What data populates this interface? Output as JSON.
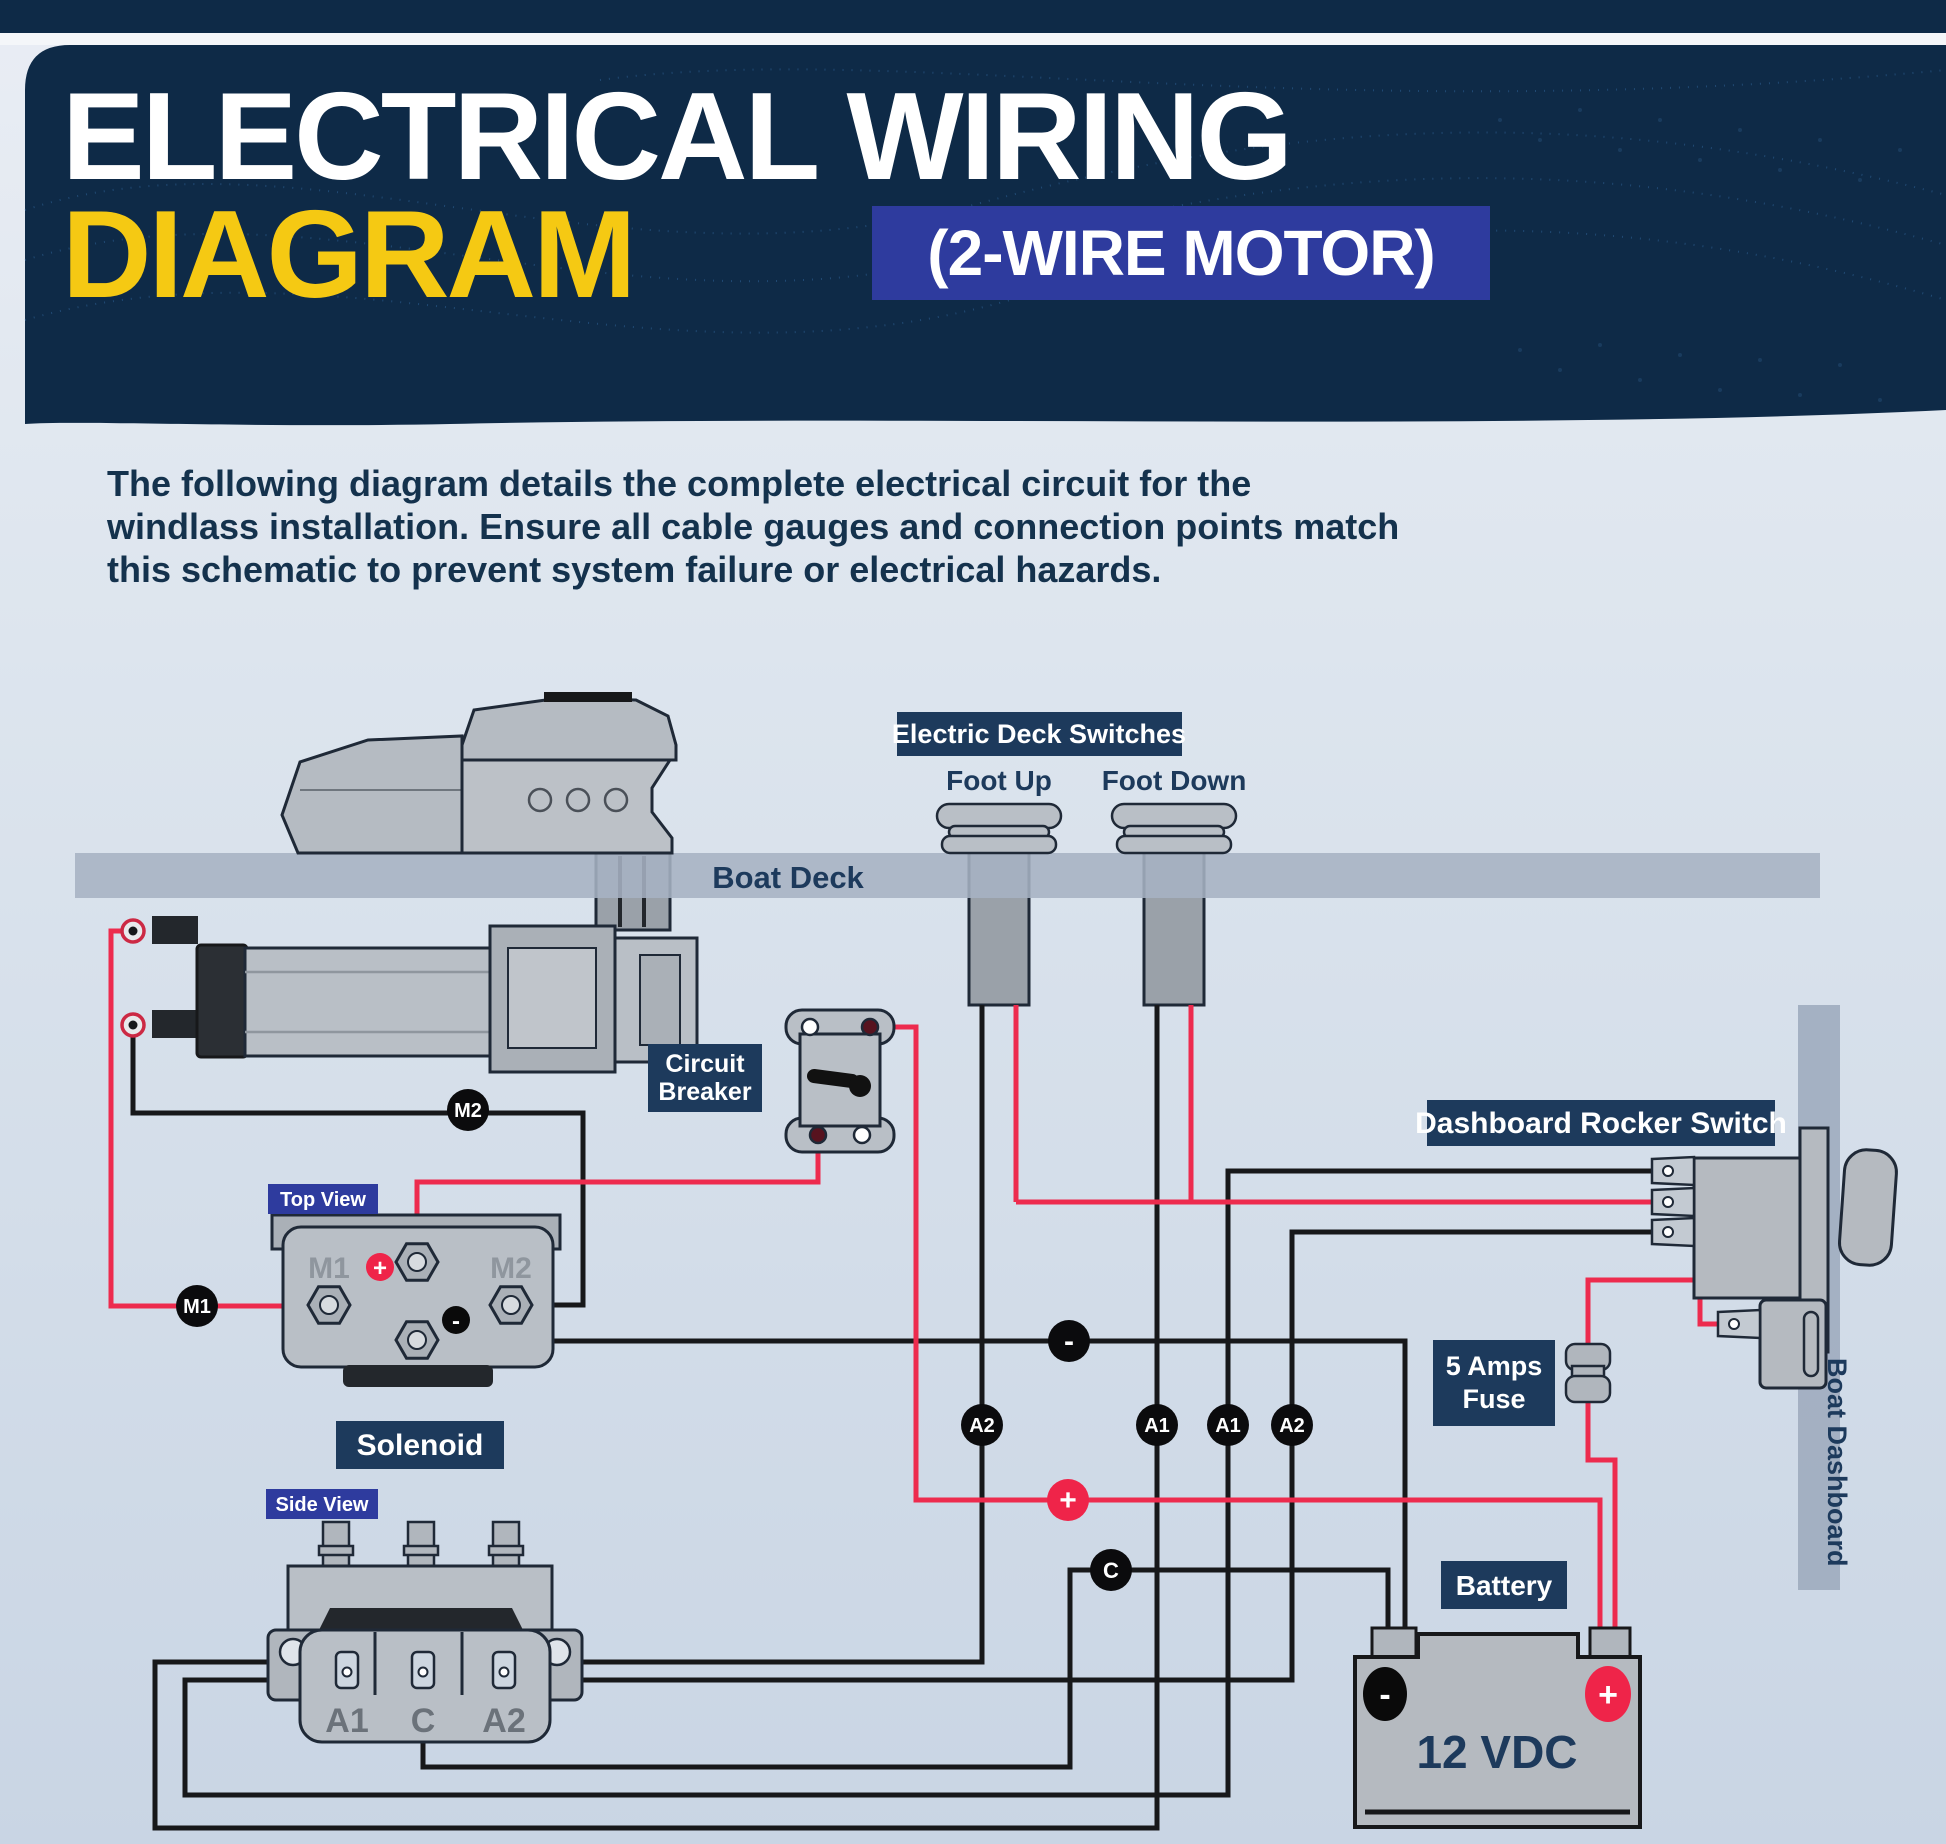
{
  "header": {
    "title_line1": "ELECTRICAL WIRING",
    "title_line2": "DIAGRAM",
    "badge": "(2-WIRE MOTOR)"
  },
  "intro": {
    "line1": "The following diagram details the complete electrical circuit for the",
    "line2": "windlass installation. Ensure all cable gauges and connection points match",
    "line3": "this schematic to prevent system failure or electrical hazards."
  },
  "labels": {
    "boat_deck": "Boat Deck",
    "electric_deck_switches": "Electric Deck Switches",
    "foot_up": "Foot Up",
    "foot_down": "Foot Down",
    "circuit_breaker_1": "Circuit",
    "circuit_breaker_2": "Breaker",
    "dashboard_rocker_switch": "Dashboard Rocker Switch",
    "fuse_1": "5 Amps",
    "fuse_2": "Fuse",
    "battery": "Battery",
    "battery_voltage": "12 VDC",
    "solenoid": "Solenoid",
    "top_view": "Top View",
    "side_view": "Side View",
    "boat_dashboard": "Boat Dashboard"
  },
  "solenoid_terminals": {
    "m1": "M1",
    "m2": "M2",
    "a1": "A1",
    "c": "C",
    "a2": "A2",
    "plus": "+",
    "minus": "-"
  },
  "wire_tags": {
    "m2": "M2",
    "m1": "M1",
    "minus": "-",
    "plus": "+",
    "a2_foot": "A2",
    "a1_foot": "A1",
    "a1_rocker": "A1",
    "a2_rocker": "A2",
    "c": "C"
  },
  "battery_terminals": {
    "minus": "-",
    "plus": "+"
  },
  "colors": {
    "header_bg": "#0e2a47",
    "accent_yellow": "#f5c913",
    "subtitle_bg": "#2e3b9e",
    "label_bg": "#1d3a5c",
    "wire_positive": "#ed2b4e",
    "wire_negative": "#17181a",
    "deck_bar": "#a6b2c3",
    "component_fill": "#b9bfc6",
    "outline_ink": "#1f2937",
    "text_navy": "#14324d"
  }
}
